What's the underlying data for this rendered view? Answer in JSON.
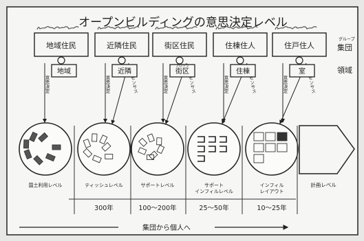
{
  "title": "オープンビルディングの意思決定レベル",
  "levels": [
    {
      "actor": "地域住民",
      "domain": "地域",
      "decision": "意思決定",
      "view": "国土利用レベル",
      "years": ""
    },
    {
      "actor": "近隣住民",
      "domain": "近隣",
      "decision": "意思決定",
      "consent": "コンセンサス",
      "view": "ティッシュレベル",
      "years": "300年"
    },
    {
      "actor": "街区住民",
      "domain": "街区",
      "domain_sup": "ブロック",
      "decision": "意思決定",
      "consent": "コンセンサス",
      "view": "サポートレベル",
      "years": "100～200年"
    },
    {
      "actor": "住棟住人",
      "domain": "住棟",
      "decision": "意思決定",
      "consent": "コンセンサス",
      "view": "サポート\nインフィルレベル",
      "years": "25～50年"
    },
    {
      "actor": "住戸住人",
      "domain": "室",
      "decision": "意思決定",
      "consent": "コンセンサス",
      "view": "インフィル\nレイアウト",
      "years": "10～25年"
    }
  ],
  "last_view": "計画レベル",
  "side_labels": {
    "group_sup": "グループ",
    "group": "集団",
    "domain": "領域"
  },
  "bottom_arrow": "集団から個人へ"
}
